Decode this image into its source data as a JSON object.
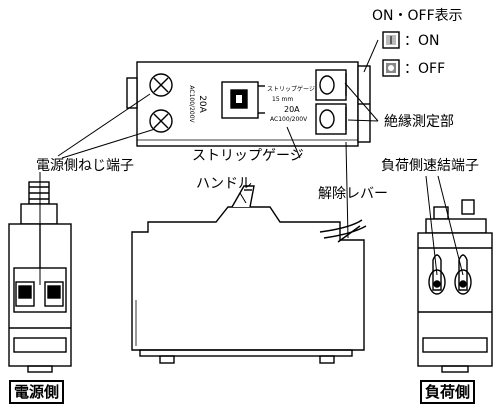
{
  "labels": {
    "on_off_display": "ON・OFF表示",
    "on_state": "：ON",
    "off_state": "：OFF",
    "insulation_test": "絶縁測定部",
    "power_screw_terminal": "電源側ねじ端子",
    "strip_gauge": "ストリップゲージ",
    "handle": "ハンドル",
    "load_quick_terminal": "負荷側速結端子",
    "release_lever": "解除レバー",
    "power_side": "電源側",
    "load_side": "負荷側"
  },
  "device_markings": {
    "rating_left": "20A",
    "voltage_left": "AC100/200V",
    "strip_gauge_text": "ストリップゲージ",
    "strip_length": "15 mm",
    "rating_right": "20A",
    "voltage_right": "AC100/200V"
  }
}
